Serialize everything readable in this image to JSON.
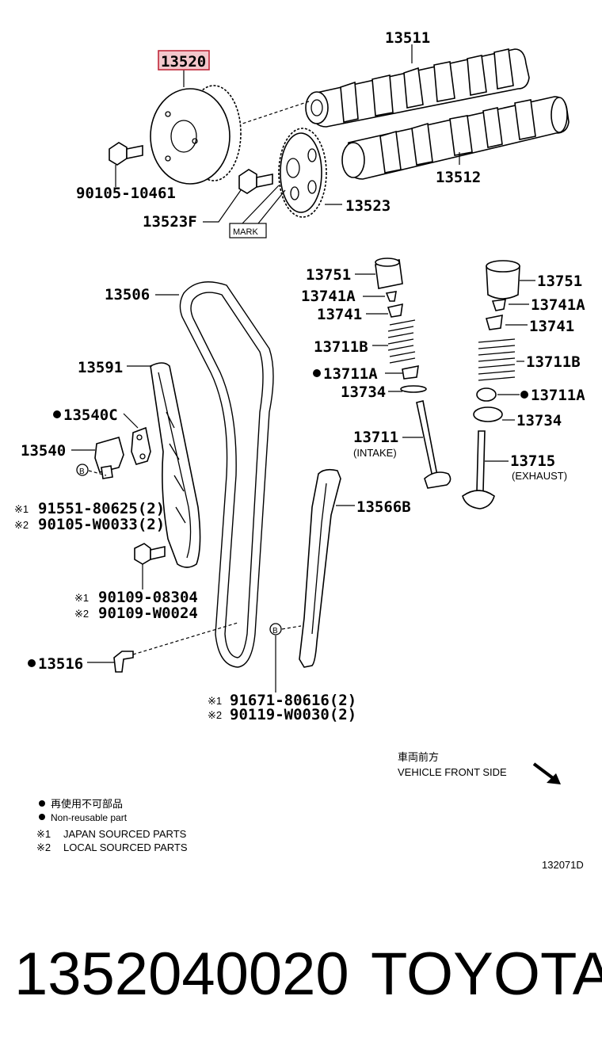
{
  "diagram": {
    "labels": {
      "l13511": "13511",
      "l13520": "13520",
      "l13512": "13512",
      "l90105": "90105-10461",
      "l13523f": "13523F",
      "l13523": "13523",
      "mark": "MARK",
      "l13506": "13506",
      "l13591": "13591",
      "l13540c": "13540C",
      "l13540": "13540",
      "b1": "B",
      "l91551": "91551-80625(2)",
      "l90105w": "90105-W0033(2)",
      "l90109a": "90109-08304",
      "l90109b": "90109-W0024",
      "l13516": "13516",
      "b2": "B",
      "l91671": "91671-80616(2)",
      "l90119": "90119-W0030(2)",
      "l13566b": "13566B",
      "l13751a": "13751",
      "l13741aa": "13741A",
      "l13741a": "13741",
      "l13711ba": "13711B",
      "l13711aa": "13711A",
      "l13734a": "13734",
      "l13711": "13711",
      "intake": "(INTAKE)",
      "l13751b": "13751",
      "l13741ab": "13741A",
      "l13741b": "13741",
      "l13711bb": "13711B",
      "l13711ab": "13711A",
      "l13734b": "13734",
      "l13715": "13715",
      "exhaust": "(EXHAUST)",
      "front_jp": "車両前方",
      "front_en": "VEHICLE FRONT SIDE",
      "leg1": "再使用不可部品",
      "leg2": "Non-reusable part",
      "leg3": "JAPAN SOURCED PARTS",
      "leg4": "LOCAL SOURCED PARTS",
      "ref1": "※1",
      "ref2": "※2",
      "diagram_id": "132071D"
    }
  },
  "footer": {
    "part_number": "1352040020",
    "brand": "TOYOTA"
  },
  "colors": {
    "highlight": "#c0283a",
    "highlight_fill": "#f3c7cc",
    "ink": "#000000"
  }
}
